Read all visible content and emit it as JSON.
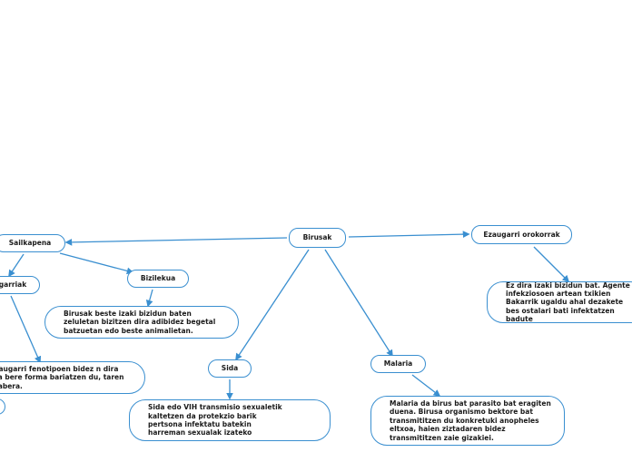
{
  "diagram": {
    "accent_color": "#3a8fd0",
    "nodes": {
      "root": "Birusak",
      "sailkapena": "Sailkapena",
      "ezaugarri_orokorrak": "Ezaugarri orokorrak",
      "ezaugarriak": "garriak",
      "bizilekua": "Bizilekua",
      "sida": "Sida",
      "malaria": "Malaria",
      "bizilekua_note": "Birusak beste izaki bizidun baten zeluletan bizitzen dira adibidez begetal batzuetan edo beste animalietan.",
      "ezaugarriak_note": "ezaugarri fenotipoen bidez n dira eta bere forma bariatzen du, taren arabera.",
      "orokorrak_note": "Ez dira  izaki bizidun bat. Agente infekziosoen artean txikien Bakarrik ugaldu ahal dezakete bes ostalari bati infektatzen badute",
      "sida_note": "Sida edo VIH transmisio sexualetik kaltetzen da protekzio barik pertsona infektatu batekin harreman sexualak izateko",
      "malaria_note": "Malaria da birus bat parasito bat eragiten duena. Birusa organismo bektore bat transmititzen du konkretuki anopheles eltxoa, haien ziztadaren bidez transmititzen zaie gizakiei."
    }
  }
}
